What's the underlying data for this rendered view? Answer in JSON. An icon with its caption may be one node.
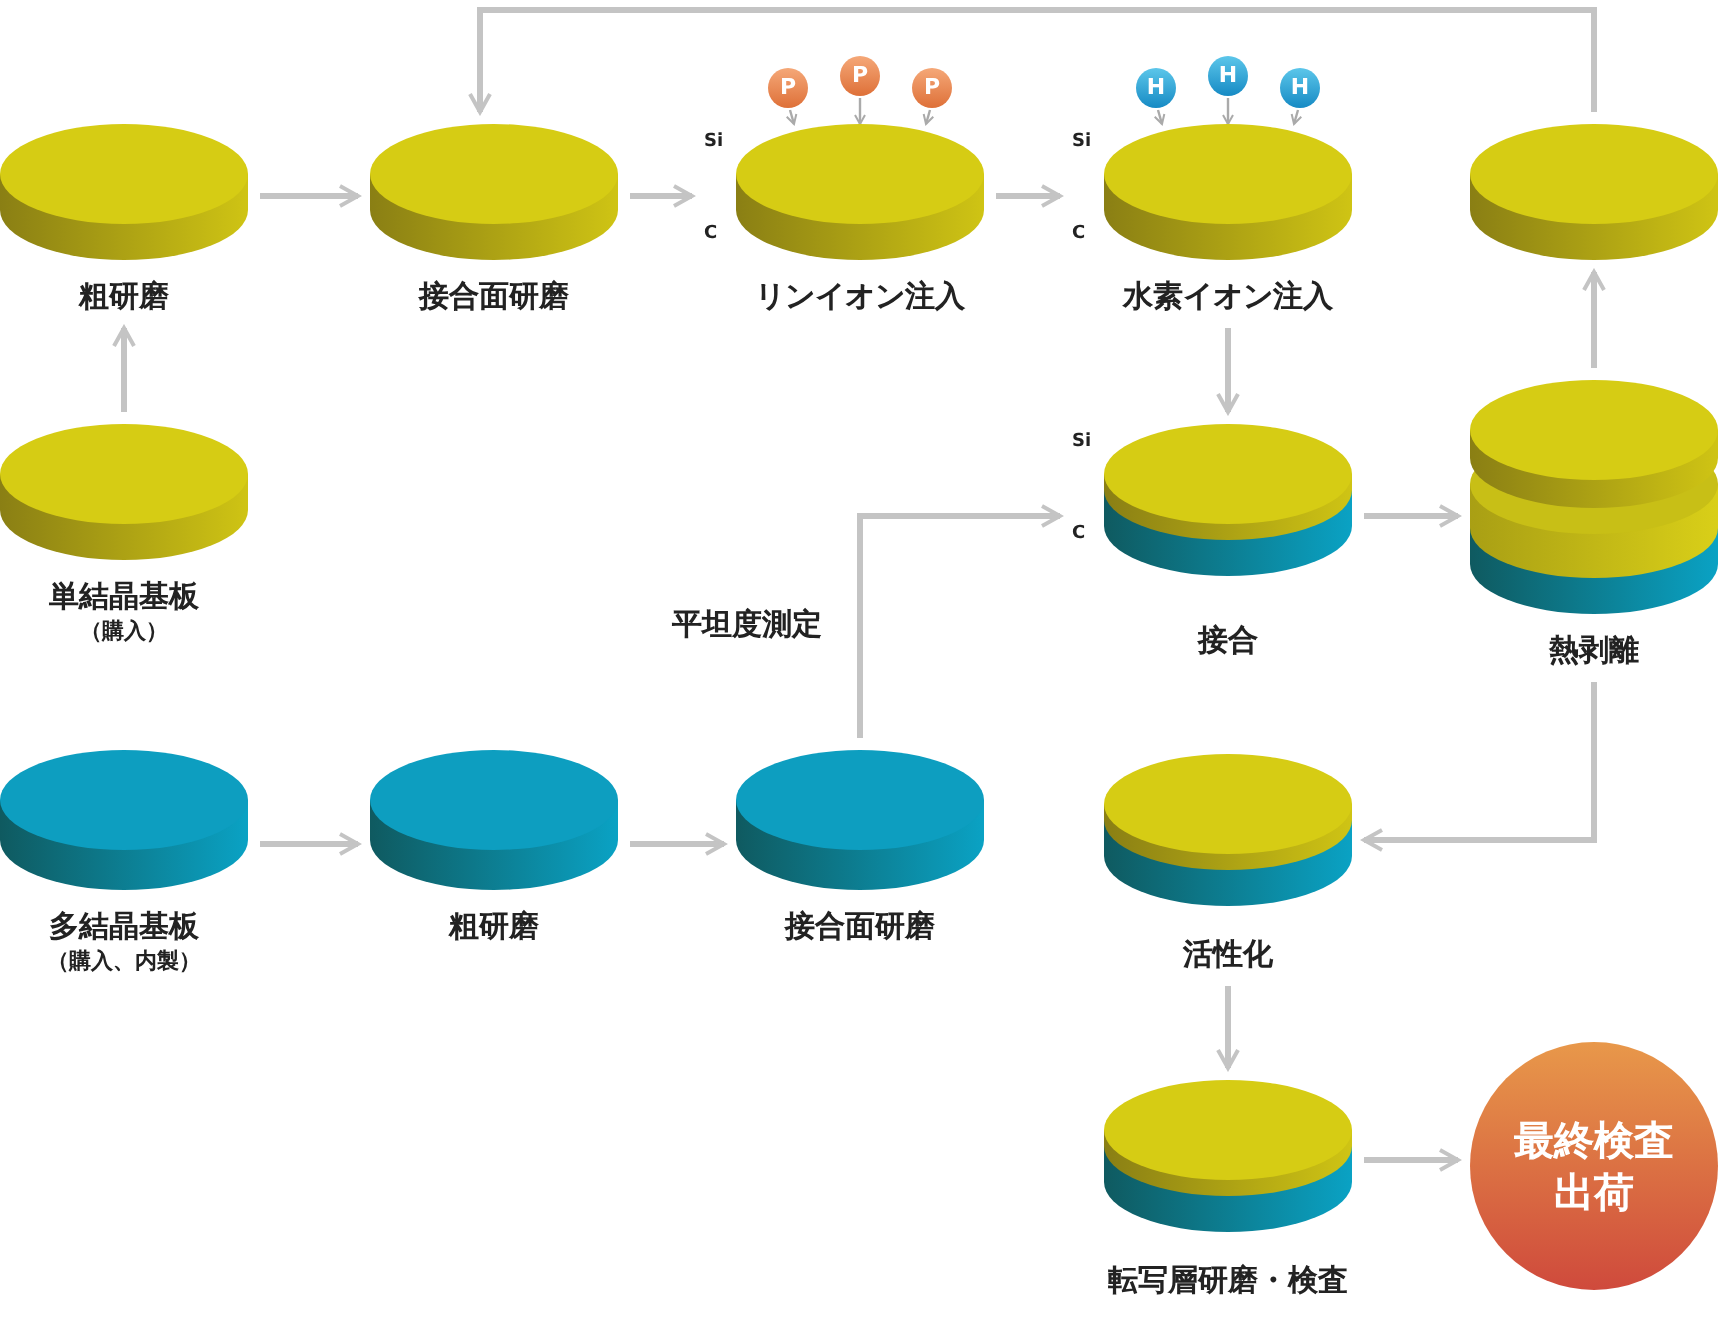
{
  "diagram": {
    "nodes": [
      {
        "text": [
          "粗研磨"
        ]
      },
      {
        "text": [
          "接合面研磨"
        ]
      },
      {
        "text": [
          "リンイオン注入"
        ],
        "beside": [
          "Si",
          "C"
        ]
      },
      {
        "text": [
          "水素イオン注入"
        ],
        "beside": [
          "Si",
          "C"
        ]
      },
      {
        "text": [],
        "shape": "cylinder"
      },
      {
        "text": [
          "単結晶基板",
          "（購入）"
        ]
      },
      {
        "text": [
          "接合"
        ],
        "beside": [
          "Si",
          "C"
        ]
      },
      {
        "text": [
          "熱剥離"
        ]
      },
      {
        "text": [
          "多結晶基板",
          "（購入、内製）"
        ]
      },
      {
        "text": [
          "粗研磨"
        ]
      },
      {
        "text": [
          "接合面研磨"
        ]
      },
      {
        "text": [
          "活性化"
        ]
      },
      {
        "text": [
          "転写層研磨・検査"
        ]
      },
      {
        "text": [
          "最終検査出荷"
        ]
      },
      {
        "text": [
          "P"
        ]
      },
      {
        "text": [
          "P"
        ]
      },
      {
        "text": [
          "P"
        ]
      },
      {
        "text": [
          "H"
        ]
      },
      {
        "text": [
          "H"
        ]
      },
      {
        "text": [
          "H"
        ]
      }
    ],
    "edges": [
      {
        "from": 5,
        "to": 0,
        "arrow": "to"
      },
      {
        "from": 0,
        "to": 1,
        "arrow": "to"
      },
      {
        "from": 1,
        "to": 2,
        "arrow": "to"
      },
      {
        "from": 2,
        "to": 3,
        "arrow": "to"
      },
      {
        "from": 3,
        "to": 6,
        "arrow": "to"
      },
      {
        "from": 6,
        "to": 7,
        "arrow": "to"
      },
      {
        "from": 7,
        "to": 4,
        "arrow": "to"
      },
      {
        "from": 4,
        "to": 1,
        "arrow": "to"
      },
      {
        "from": 8,
        "to": 9,
        "arrow": "to"
      },
      {
        "from": 9,
        "to": 10,
        "arrow": "to"
      },
      {
        "from": 10,
        "to": 6,
        "arrow": "to",
        "label": "平坦度測定"
      },
      {
        "from": 7,
        "to": 11,
        "arrow": "to"
      },
      {
        "from": 11,
        "to": 12,
        "arrow": "to"
      },
      {
        "from": 12,
        "to": 13,
        "arrow": "to"
      },
      {
        "from": 14,
        "to": 2,
        "arrow": "to"
      },
      {
        "from": 15,
        "to": 2,
        "arrow": "to"
      },
      {
        "from": 16,
        "to": 2,
        "arrow": "to"
      },
      {
        "from": 17,
        "to": 3,
        "arrow": "to"
      },
      {
        "from": 18,
        "to": 3,
        "arrow": "to"
      },
      {
        "from": 19,
        "to": 3,
        "arrow": "to"
      }
    ]
  }
}
